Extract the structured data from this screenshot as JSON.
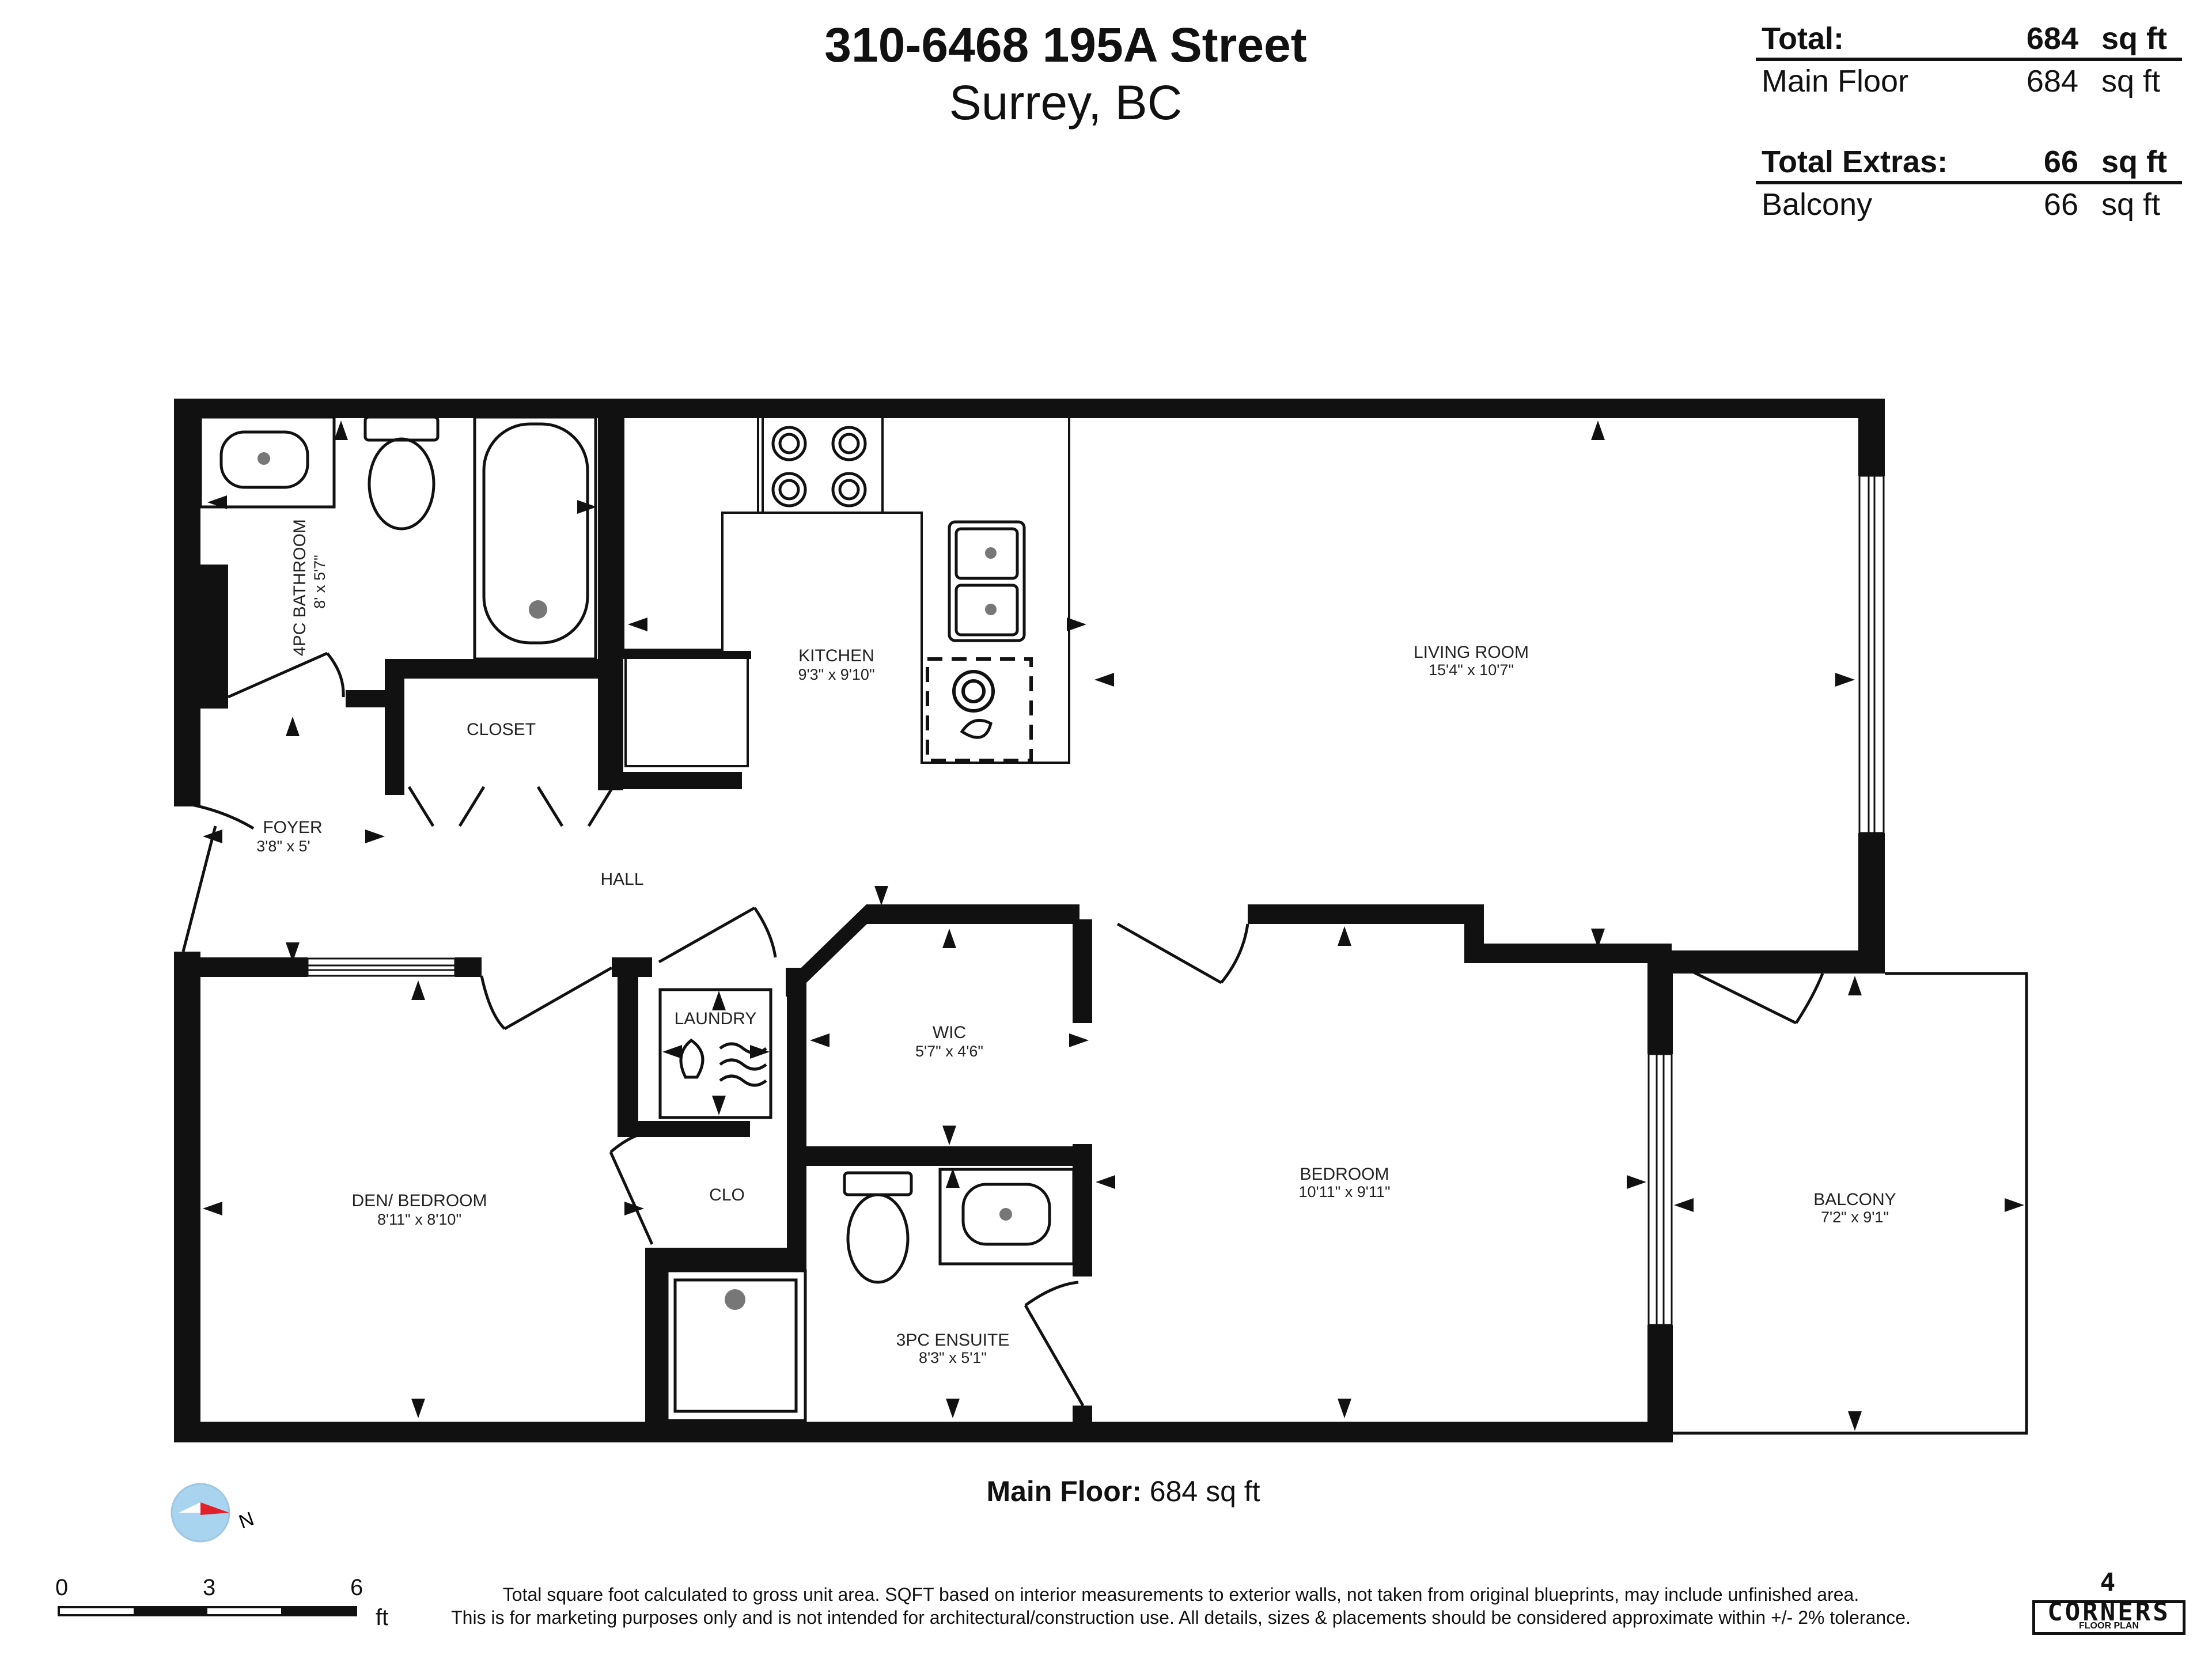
{
  "header": {
    "title": "310-6468 195A Street",
    "subtitle": "Surrey, BC"
  },
  "area_summary": {
    "total": {
      "label": "Total:",
      "value": "684",
      "unit": "sq ft"
    },
    "main_floor": {
      "label": "Main Floor",
      "value": "684",
      "unit": "sq ft"
    },
    "total_extras": {
      "label": "Total Extras:",
      "value": "66",
      "unit": "sq ft"
    },
    "balcony": {
      "label": "Balcony",
      "value": "66",
      "unit": "sq ft"
    }
  },
  "rooms": {
    "bathroom": {
      "name": "4PC BATHROOM",
      "dims": "8' x 5'7\""
    },
    "kitchen": {
      "name": "KITCHEN",
      "dims": "9'3\" x 9'10\""
    },
    "living": {
      "name": "LIVING ROOM",
      "dims": "15'4\" x 10'7\""
    },
    "closet": {
      "name": "CLOSET"
    },
    "foyer": {
      "name": "FOYER",
      "dims": "3'8\" x 5'"
    },
    "hall": {
      "name": "HALL"
    },
    "laundry": {
      "name": "LAUNDRY"
    },
    "wic": {
      "name": "WIC",
      "dims": "5'7\" x 4'6\""
    },
    "den": {
      "name": "DEN/ BEDROOM",
      "dims": "8'11\" x 8'10\""
    },
    "clo": {
      "name": "CLO"
    },
    "bedroom": {
      "name": "BEDROOM",
      "dims": "10'11\" x 9'11\""
    },
    "ensuite": {
      "name": "3PC ENSUITE",
      "dims": "8'3\" x 5'1\""
    },
    "balcony": {
      "name": "BALCONY",
      "dims": "7'2\" x 9'1\""
    }
  },
  "footer": {
    "main_floor_label": "Main Floor:",
    "main_floor_value": "684 sq ft",
    "disclaimer_line1": "Total square foot calculated to gross unit area. SQFT based on interior measurements to exterior walls, not taken from original blueprints, may include unfinished area.",
    "disclaimer_line2": "This is for marketing purposes only and is not intended for architectural/construction use.  All details, sizes & placements should be considered approximate within +/- 2%  tolerance."
  },
  "scale": {
    "tick_0": "0",
    "tick_3": "3",
    "tick_6": "6",
    "unit": "ft"
  },
  "compass": {
    "label": "N",
    "icon": "north-arrow-icon"
  },
  "logo": {
    "text": "4 CORNERS",
    "subtext": "FLOOR PLAN"
  },
  "colors": {
    "wall": "#111111",
    "compass_fill": "#a8d4f0",
    "compass_arrow": "#e0202a"
  }
}
